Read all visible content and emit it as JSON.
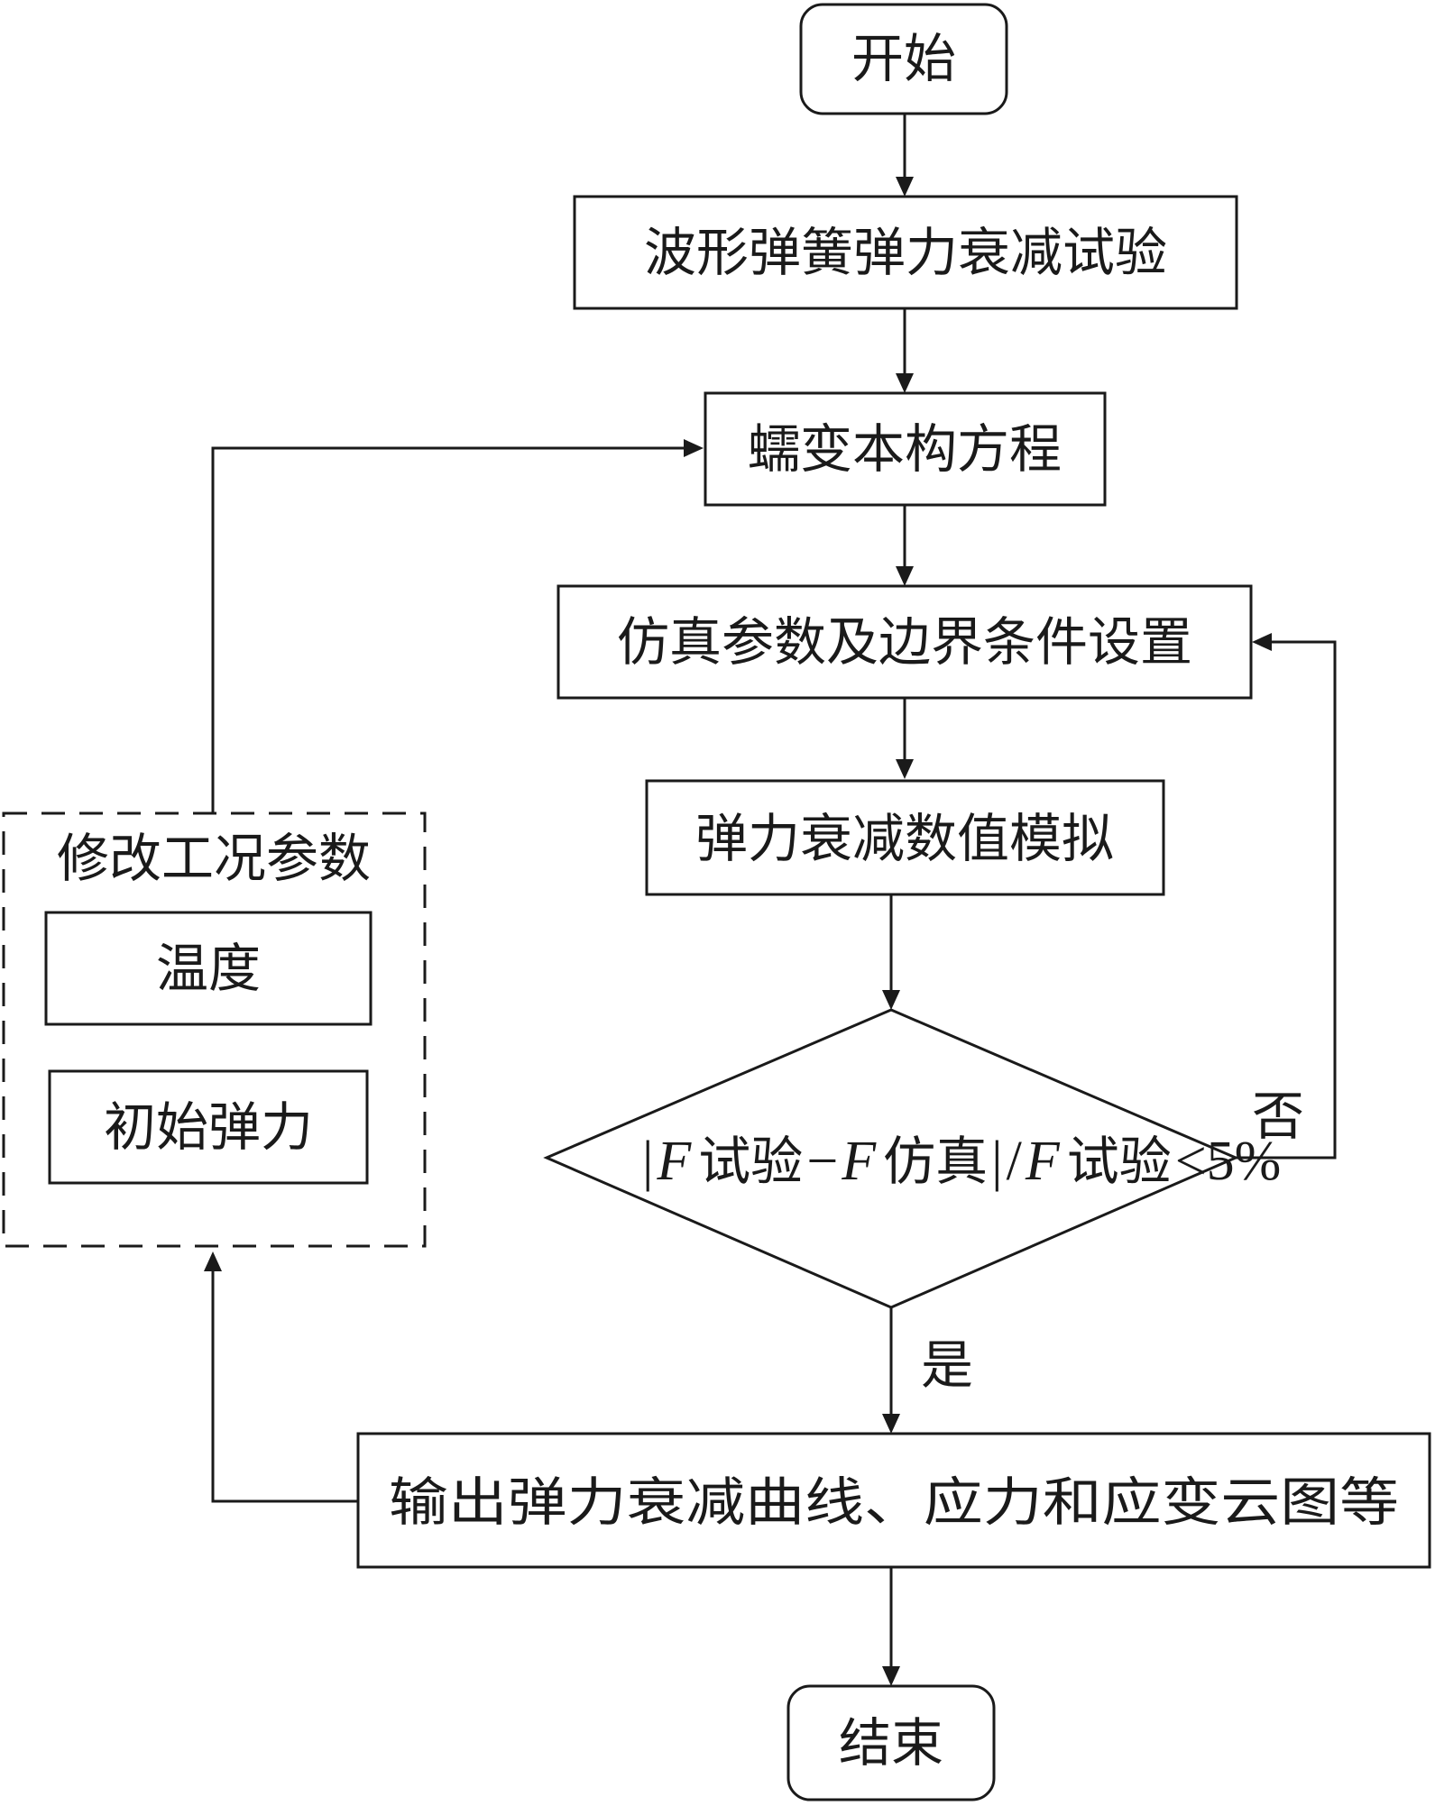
{
  "nodes": {
    "start": "开始",
    "experiment": "波形弹簧弹力衰减试验",
    "creep_equation": "蠕变本构方程",
    "sim_setup": "仿真参数及边界条件设置",
    "numerical_sim": "弹力衰减数值模拟",
    "output": "输出弹力衰减曲线、应力和应变云图等",
    "end": "结束"
  },
  "group": {
    "title": "修改工况参数",
    "items": [
      "温度",
      "初始弹力"
    ]
  },
  "decision": {
    "bar_left": "|",
    "f1": "F",
    "sub1": "试验",
    "minus": "−",
    "f2": "F",
    "sub2": "仿真",
    "bar_right": "|",
    "slash": "/",
    "f3": "F",
    "sub3": "试验",
    "rhs": "<5%"
  },
  "edge_labels": {
    "no": "否",
    "yes": "是"
  },
  "colors": {
    "stroke": "#1a1a1a",
    "background": "#ffffff"
  }
}
